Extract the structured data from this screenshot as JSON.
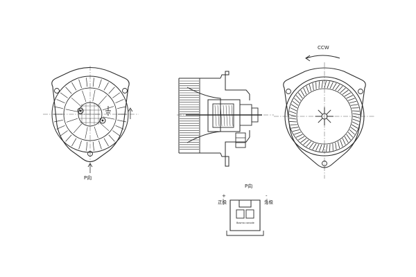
{
  "labels": {
    "rotation": "CCW",
    "p_view_left": "P向",
    "p_view_connector": "P向",
    "plus_sign": "+",
    "minus_sign": "-",
    "positive_terminal": "正极",
    "negative_terminal": "负极",
    "connector_text": "Bosma  conode"
  }
}
